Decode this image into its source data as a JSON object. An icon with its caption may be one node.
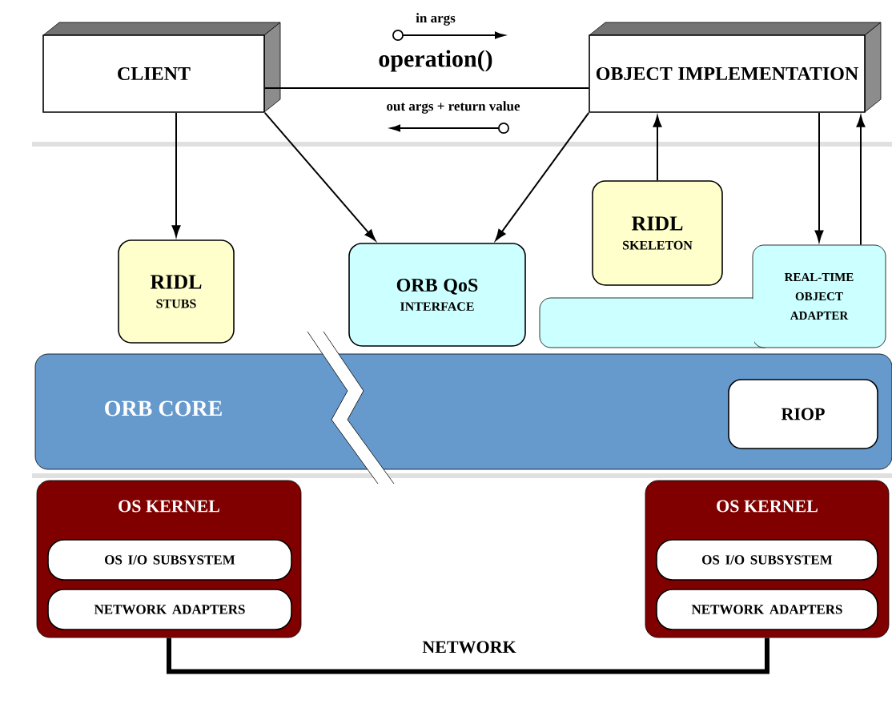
{
  "diagram": {
    "nodes": [
      {
        "text": [
          "CLIENT"
        ]
      },
      {
        "text": [
          "OBJECT IMPLEMENTATION"
        ]
      },
      {
        "text": [
          "RIDL",
          "STUBS"
        ]
      },
      {
        "text": [
          "ORB QoS",
          "INTERFACE"
        ]
      },
      {
        "text": [
          "RIDL",
          "SKELETON"
        ]
      },
      {
        "text": [
          "REAL-TIME OBJECT ADAPTER"
        ]
      },
      {
        "text": [
          "ORB CORE"
        ]
      },
      {
        "text": [
          "RIOP"
        ],
        "in": 6
      },
      {
        "text": [
          "OS KERNEL"
        ]
      },
      {
        "text": [
          "OS I/O SUBSYSTEM"
        ],
        "in": 8
      },
      {
        "text": [
          "NETWORK ADAPTERS"
        ],
        "in": 8
      },
      {
        "text": [
          "OS KERNEL"
        ]
      },
      {
        "text": [
          "OS I/O SUBSYSTEM"
        ],
        "in": 11
      },
      {
        "text": [
          "NETWORK ADAPTERS"
        ],
        "in": 11
      }
    ],
    "edges": [
      {
        "from": 0,
        "to": 1,
        "arrow": "none",
        "label": "operation()"
      },
      {
        "from": 0,
        "to": 2,
        "arrow": "to"
      },
      {
        "from": 0,
        "to": 3,
        "arrow": "to"
      },
      {
        "from": 1,
        "to": 3,
        "arrow": "to"
      },
      {
        "from": 4,
        "to": 1,
        "arrow": "to"
      },
      {
        "from": 1,
        "to": 5,
        "arrow": "to"
      },
      {
        "from": 5,
        "to": 1,
        "arrow": "to"
      },
      {
        "from": 8,
        "to": 11,
        "arrow": "none",
        "label": "NETWORK",
        "style": "thick"
      }
    ],
    "labels": [
      "in args",
      "out args + return value"
    ]
  }
}
